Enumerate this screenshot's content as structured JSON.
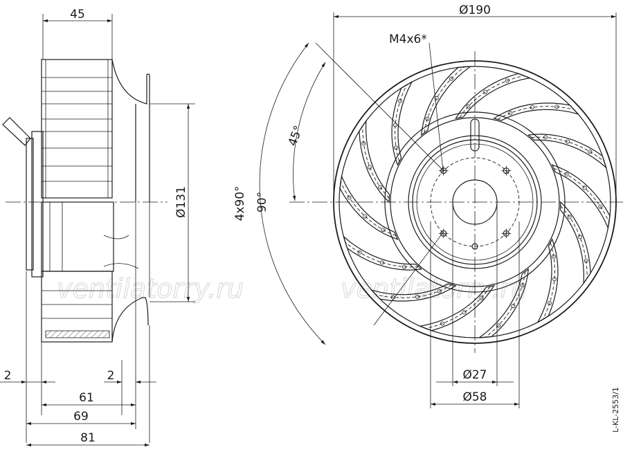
{
  "drawing": {
    "code": "L-KL-2553/1",
    "watermark": "ventilatorry.ru",
    "side_view": {
      "dim_top": "45",
      "dim_diameter": "Ø131",
      "dim_left_gap": "2",
      "dim_right_gap": "2",
      "dim_length_1": "61",
      "dim_length_2": "69",
      "dim_length_3": "81"
    },
    "front_view": {
      "dim_outer_diameter": "Ø190",
      "thread_label": "M4x6*",
      "angle_45": "45°",
      "angle_90": "90°",
      "angle_4x90": "4x90°",
      "dim_hub_diameter": "Ø27",
      "dim_bolt_circle": "Ø58"
    }
  }
}
